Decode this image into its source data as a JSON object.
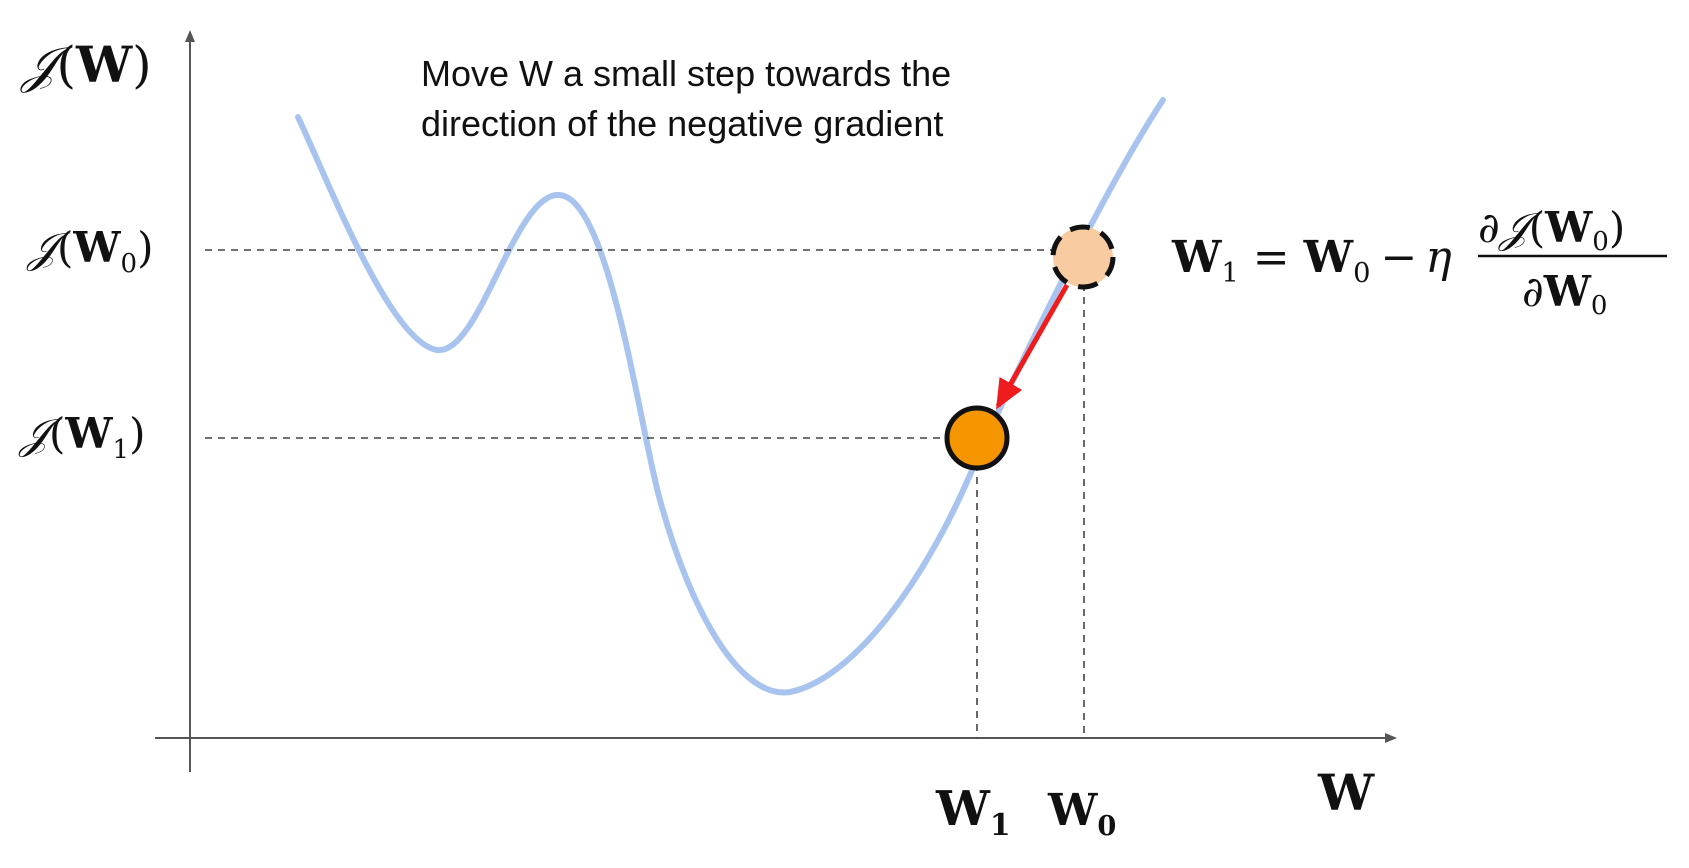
{
  "annotation": {
    "line1": "Move W a small step towards the",
    "line2": "direction of the negative gradient"
  },
  "labels": {
    "y_axis": {
      "func": "𝒥",
      "open": "(",
      "var": "W",
      "close": ")"
    },
    "y_w0": {
      "func": "𝒥",
      "open": "(",
      "var": "W",
      "sub": "0",
      "close": ")"
    },
    "y_w1": {
      "func": "𝒥",
      "open": "(",
      "var": "W",
      "sub": "1",
      "close": ")"
    },
    "x_w1": {
      "var": "W",
      "sub": "1"
    },
    "x_w0": {
      "var": "W",
      "sub": "0"
    },
    "x_axis": "W"
  },
  "formula": {
    "lhs_var": "W",
    "lhs_sub": "1",
    "equals": "=",
    "rhs_var": "W",
    "rhs_sub": "0",
    "minus": "−",
    "eta": "η",
    "num_partial": "∂",
    "num_func": "𝒥",
    "num_open": "(",
    "num_var": "W",
    "num_sub": "0",
    "num_close": ")",
    "den_partial": "∂",
    "den_var": "W",
    "den_sub": "0"
  },
  "colors": {
    "curve": "#a8c4ee",
    "point_w0_fill": "#f8cba0",
    "point_w1_fill": "#f59500",
    "step_arrow": "#ee1c1c",
    "axis": "#555555",
    "guide": "#444444"
  }
}
